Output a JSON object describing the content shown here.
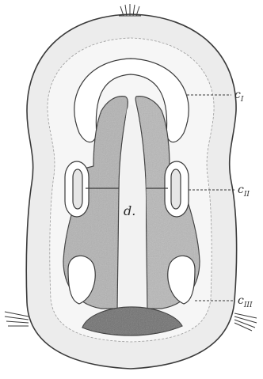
{
  "figure": {
    "center_label": "d.",
    "callouts": [
      {
        "id": "c1",
        "text": "c",
        "subscript": "I"
      },
      {
        "id": "c2",
        "text": "c",
        "subscript": "II"
      },
      {
        "id": "c3",
        "text": "c",
        "subscript": "III"
      }
    ],
    "colors": {
      "paper": "#ffffff",
      "outline": "#3a3a3a",
      "body_fill": "#e9e9e9",
      "shade_dark": "#9a9a9a",
      "shade_darkest": "#6f6f6f"
    }
  }
}
